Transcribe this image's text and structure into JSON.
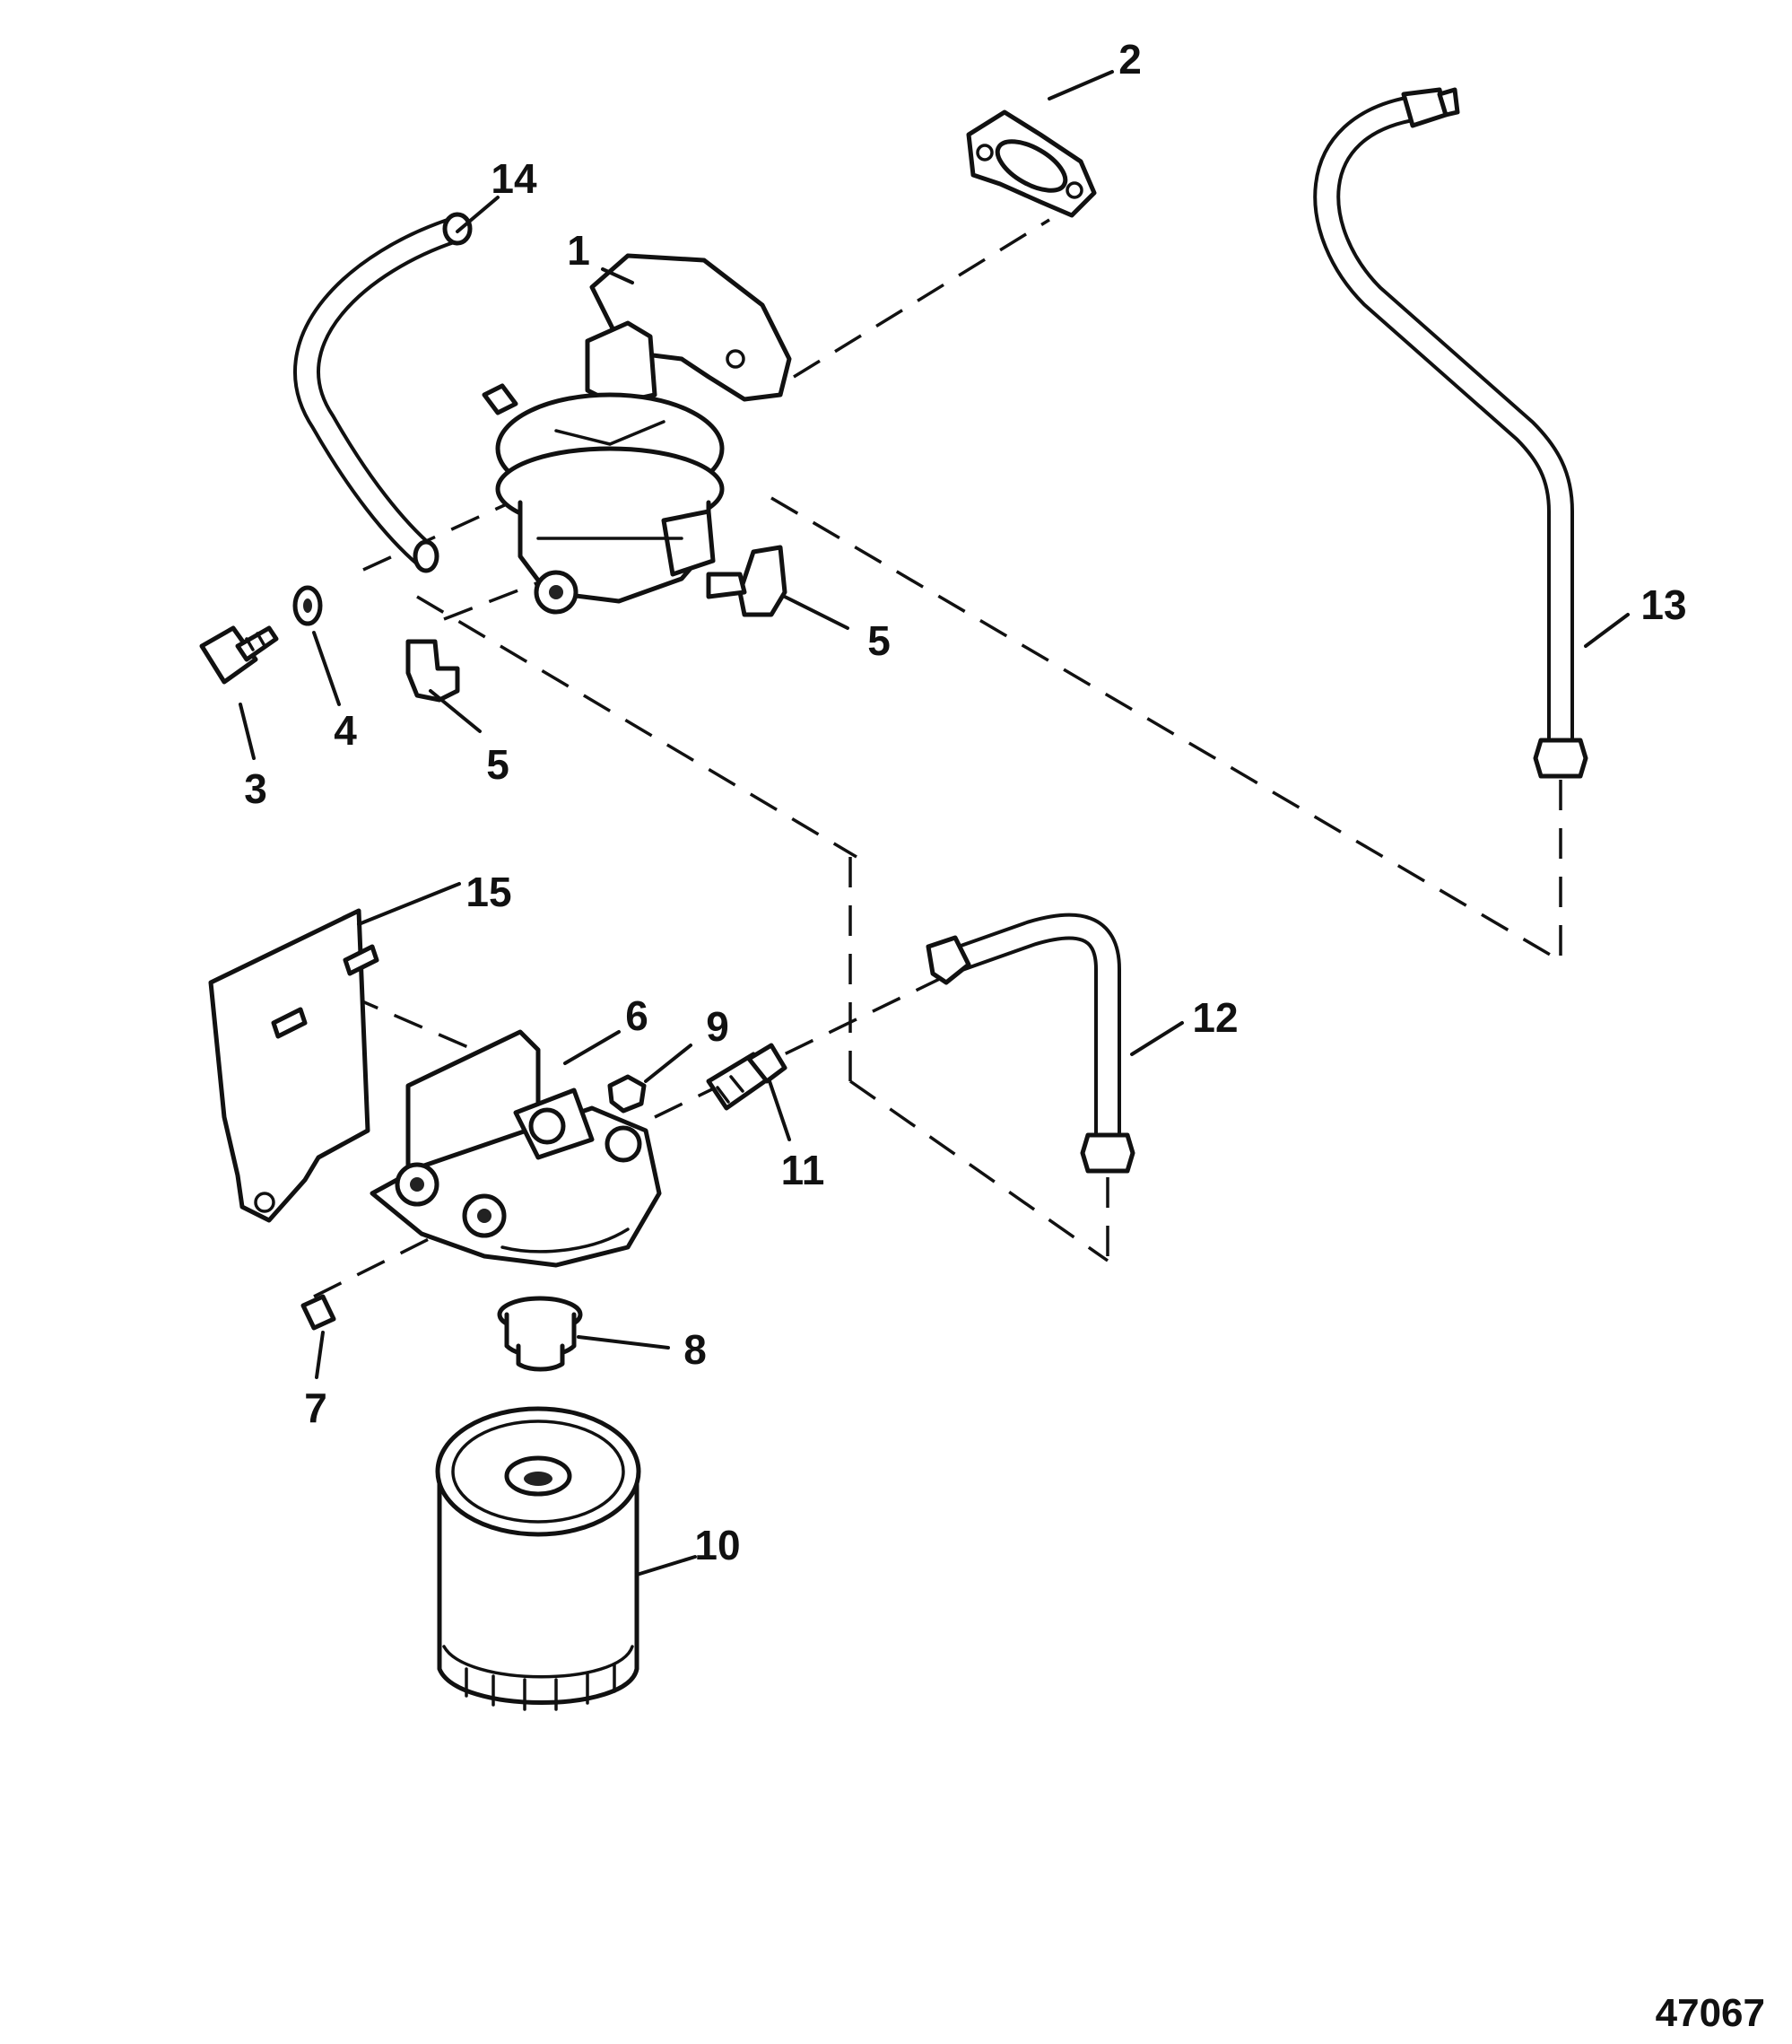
{
  "diagram": {
    "figure_number": "47067",
    "callouts": [
      "1",
      "2",
      "3",
      "4",
      "5",
      "5",
      "6",
      "7",
      "8",
      "9",
      "10",
      "11",
      "12",
      "13",
      "14",
      "15"
    ],
    "colors": {
      "ink": "#111111",
      "paper": "#ffffff"
    }
  }
}
